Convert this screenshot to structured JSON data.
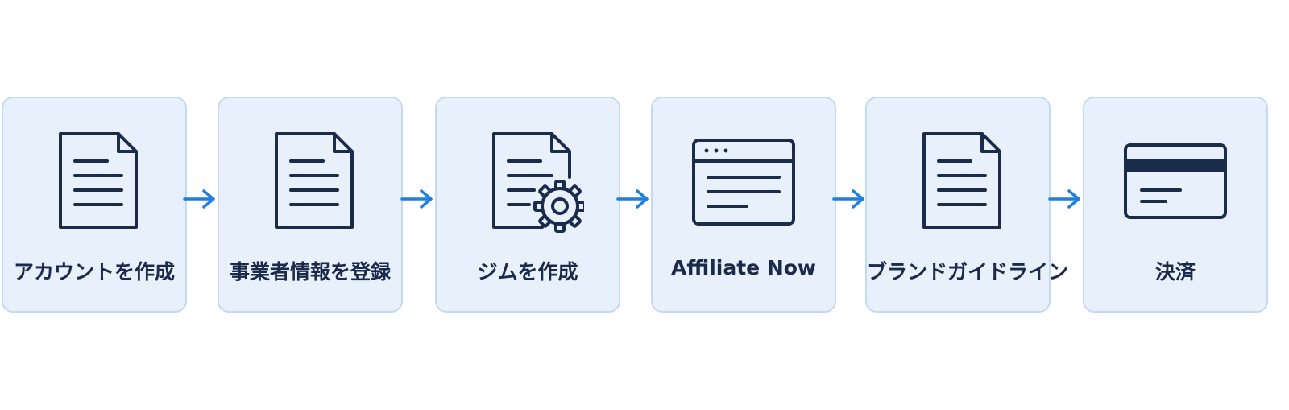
{
  "steps": [
    {
      "label": "アカウントを作成",
      "icon": "document-icon"
    },
    {
      "label": "事業者情報を登録",
      "icon": "document-icon"
    },
    {
      "label": "ジムを作成",
      "icon": "document-settings-icon"
    },
    {
      "label": "Affiliate Now",
      "icon": "browser-window-icon"
    },
    {
      "label": "ブランドガイドライン",
      "icon": "document-icon"
    },
    {
      "label": "決済",
      "icon": "credit-card-icon"
    }
  ],
  "colors": {
    "card_background": "#e8f1fb",
    "card_border": "#c4d9f2",
    "icon_stroke": "#1a2b4c",
    "label_text": "#1b2a4a",
    "arrow": "#1e7fe0"
  }
}
